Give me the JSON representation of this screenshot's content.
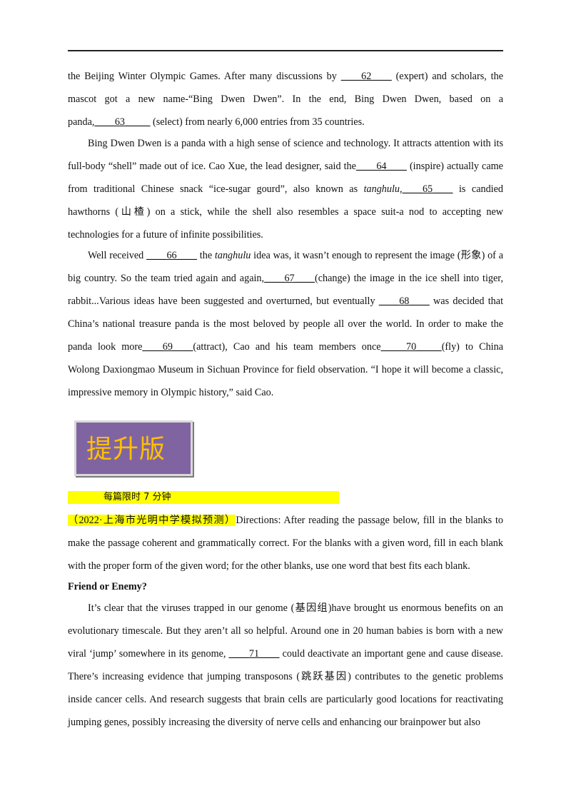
{
  "passage1": {
    "para1": {
      "t1": "the Beijing Winter Olympic Games. After many discussions by ",
      "b62": "____62____",
      "t2": " (expert) and scholars, the mascot got a new name-“Bing Dwen Dwen”. In the end, Bing Dwen Dwen, based on a panda,",
      "b63": "____63_____",
      "t3": " (select) from nearly 6,000 entries from 35 countries."
    },
    "para2": {
      "t1": "Bing Dwen Dwen is a panda with a high sense of science and technology. It attracts attention with its full-body “shell” made out of ice. Cao Xue, the lead designer, said the",
      "b64": "____64____",
      "t2": " (inspire) actually came from traditional Chinese snack “ice-sugar gourd”, also known as ",
      "it1": "tanghulu",
      "t3": ",",
      "b65": "____65____",
      "t4": " is candied hawthorns (山楂) on a stick, while the shell also resembles a space suit-a nod to accepting new technologies for a future of infinite possibilities."
    },
    "para3": {
      "t1": "Well received ",
      "b66": "____66____",
      "t2": " the ",
      "it1": "tanghulu",
      "t3": " idea was, it wasn’t enough to represent the image (形象) of a big country. So the team tried again and again,",
      "b67": "____67____",
      "t4": "(change) the image in the ice shell into tiger, rabbit...Various ideas have been suggested and overturned, but eventually ",
      "b68": "____68____",
      "t5": " was decided that China’s national treasure panda is the most beloved by people all over the world. In order to make the panda look more",
      "b69": "____69____",
      "t6": "(attract), Cao and his team members once",
      "b70": "_____70_____",
      "t7": "(fly) to China Wolong Daxiongmao Museum in Sichuan Province for field observation. “I hope it will become a classic, impressive memory in Olympic history,” said Cao."
    }
  },
  "badge": {
    "label": "提升版"
  },
  "time_limit": "每篇限时 7 分钟",
  "passage2": {
    "source": "（2022·上海市光明中学模拟预测）",
    "directions": "Directions: After reading the passage below, fill in the blanks to make the passage coherent and grammatically correct. For the blanks with a given word, fill in each blank with the proper form of the given word; for the other blanks, use one word that best fits each blank.",
    "title": "Friend or Enemy?",
    "para1": {
      "t1": "It’s clear that the viruses trapped in our genome (基因组)have brought us enormous benefits on an evolutionary timescale. But they aren’t all so helpful. Around one in 20 human babies is born with a new viral ‘jump’ somewhere in its genome, ",
      "b71": "____71____",
      "t2": " could deactivate an important gene and cause disease. There’s increasing evidence that jumping transposons (跳跃基因) contributes to the genetic problems inside cancer cells. And research suggests that brain cells are particularly good locations for reactivating jumping genes, possibly increasing the diversity of nerve cells and enhancing our brainpower but also"
    }
  }
}
